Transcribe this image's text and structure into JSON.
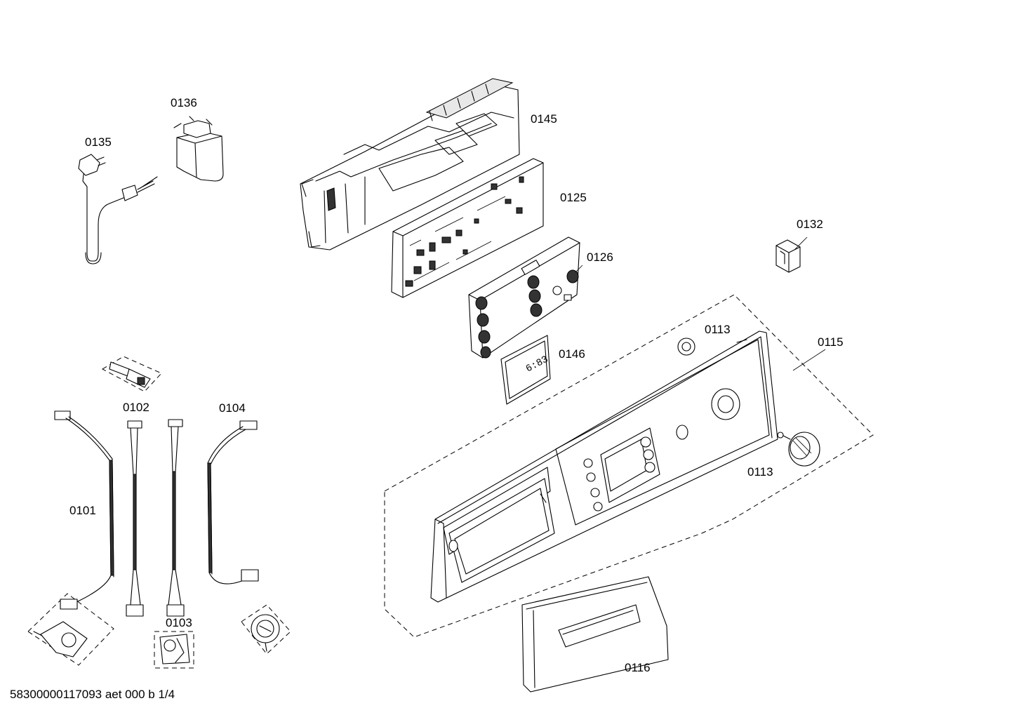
{
  "labels": {
    "p0136": "0136",
    "p0135": "0135",
    "p0145": "0145",
    "p0125": "0125",
    "p0132": "0132",
    "p0126": "0126",
    "p0113a": "0113",
    "p0115": "0115",
    "p0146": "0146",
    "p0102": "0102",
    "p0104": "0104",
    "p0101": "0101",
    "p0113b": "0113",
    "p0103": "0103",
    "p0116": "0116"
  },
  "display_readout": "6:83",
  "footer": "58300000117093 aet 000 b 1/4"
}
